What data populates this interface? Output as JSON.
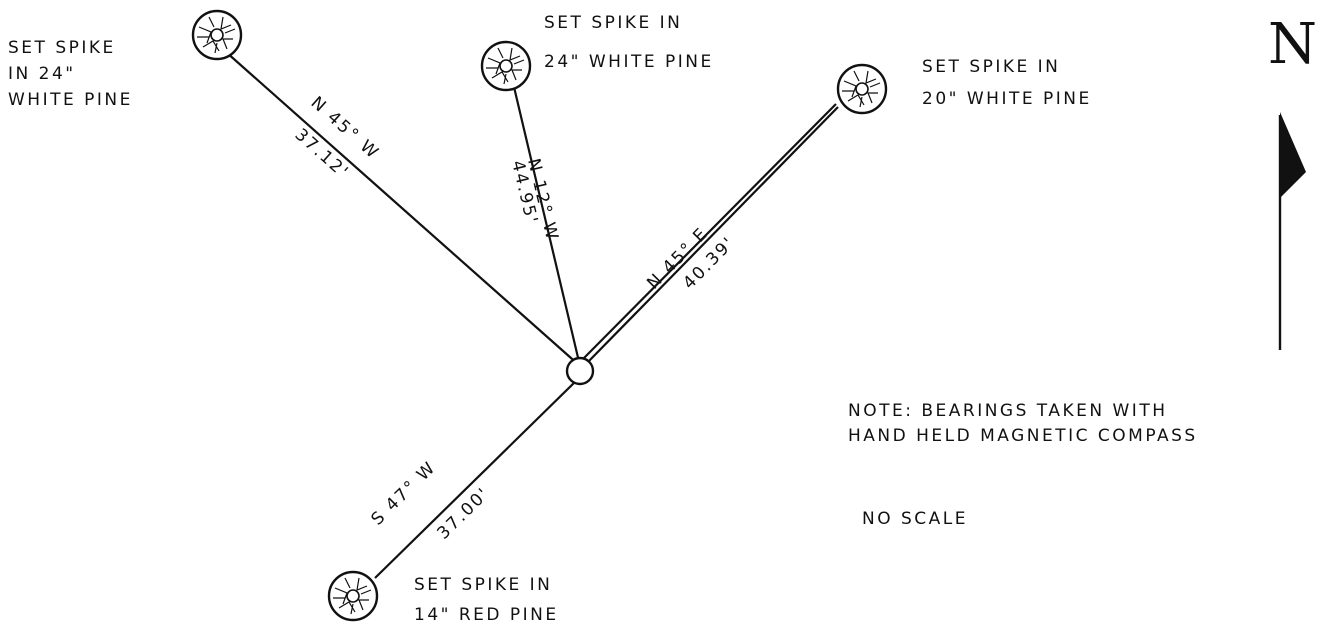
{
  "north_label": "N",
  "trees": [
    {
      "id": "t1",
      "lines": [
        "SET SPIKE",
        "IN 24\"",
        "WHITE PINE"
      ]
    },
    {
      "id": "t2",
      "lines": [
        "SET SPIKE IN",
        "24\" WHITE PINE"
      ]
    },
    {
      "id": "t3",
      "lines": [
        "SET SPIKE IN",
        "20\" WHITE PINE"
      ]
    },
    {
      "id": "t4",
      "lines": [
        "SET SPIKE IN",
        "14\" RED PINE"
      ]
    }
  ],
  "bearings": [
    {
      "to": "t1",
      "bearing": "N 45° W",
      "distance": "37.12'"
    },
    {
      "to": "t2",
      "bearing": "N 12° W",
      "distance": "44.95'"
    },
    {
      "to": "t3",
      "bearing": "N 45° E",
      "distance": "40.39'"
    },
    {
      "to": "t4",
      "bearing": "S 47° W",
      "distance": "37.00'"
    }
  ],
  "note": [
    "NOTE: BEARINGS TAKEN WITH",
    "HAND HELD MAGNETIC COMPASS"
  ],
  "scale_note": "NO SCALE"
}
